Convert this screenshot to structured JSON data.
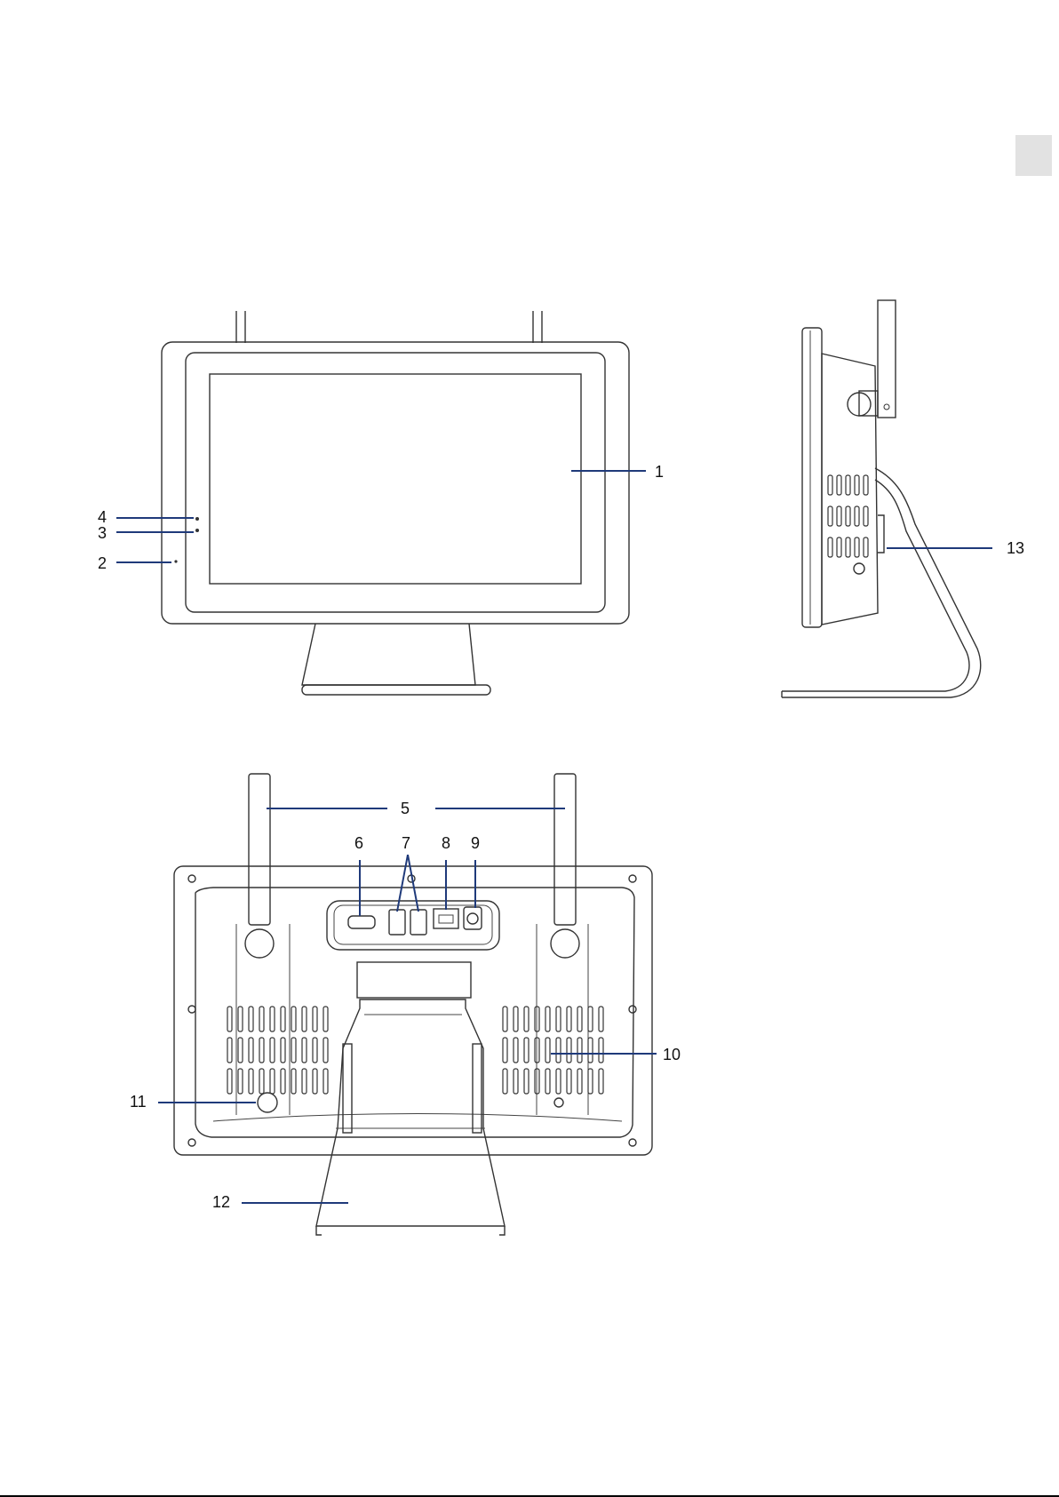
{
  "diagram": {
    "callouts": {
      "c1": "1",
      "c2": "2",
      "c3": "3",
      "c4": "4",
      "c5": "5",
      "c6": "6",
      "c7": "7",
      "c8": "8",
      "c9": "9",
      "c10": "10",
      "c11": "11",
      "c12": "12",
      "c13": "13"
    }
  },
  "colors": {
    "leader": "#1f3a7a",
    "outline": "#333333",
    "tab": "#e2e2e2"
  }
}
